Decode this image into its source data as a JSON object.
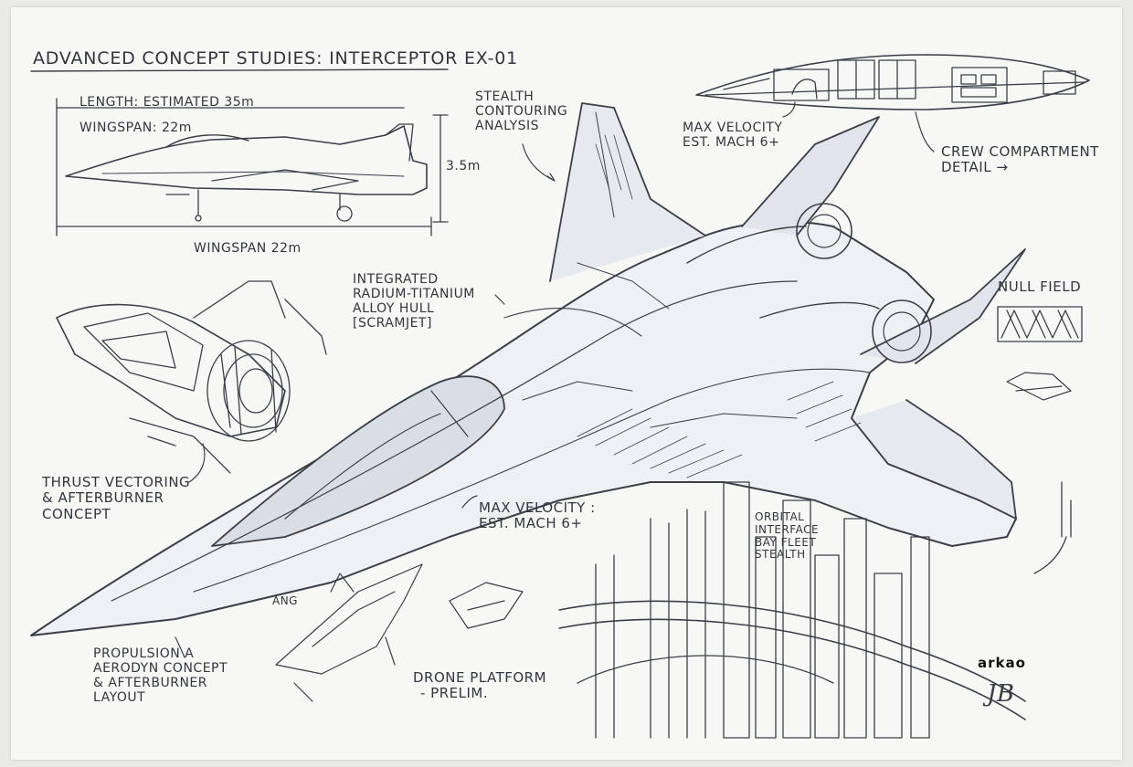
{
  "header": {
    "title": "ADVANCED CONCEPT STUDIES: INTERCEPTOR EX-01"
  },
  "side_view": {
    "length_label": "LENGTH: ESTIMATED 35m",
    "wingspan_label": "WINGSPAN: 22m",
    "height_label": "3.5m",
    "bottom_label": "WINGSPAN 22m"
  },
  "annotations": {
    "stealth": [
      "STEALTH",
      "CONTOURING",
      "ANALYSIS"
    ],
    "max_velocity_top": [
      "MAX VELOCITY",
      "EST. MACH 6+"
    ],
    "crew": [
      "CREW COMPARTMENT",
      "DETAIL →"
    ],
    "hull": [
      "INTEGRATED",
      "RADIUM-TITANIUM",
      "ALLOY HULL",
      "[SCRAMJET]"
    ],
    "null_field": "NULL FIELD",
    "thrust": [
      "THRUST VECTORING",
      "& AFTERBURNER",
      "CONCEPT"
    ],
    "max_velocity_mid": [
      "MAX VELOCITY :",
      "EST. MACH 6+"
    ],
    "city": [
      "ORBITAL",
      "INTERFACE",
      "BAY FLEET",
      "STEALTH"
    ],
    "ang": "ANG",
    "propulsion": [
      "PROPULSION A",
      "AERODYN CONCEPT",
      "& AFTERBURNER",
      "LAYOUT"
    ],
    "drone": [
      "DRONE PLATFORM",
      "- PRELIM."
    ]
  },
  "signature": {
    "logo_text": "arkao",
    "handwritten": "JB"
  }
}
